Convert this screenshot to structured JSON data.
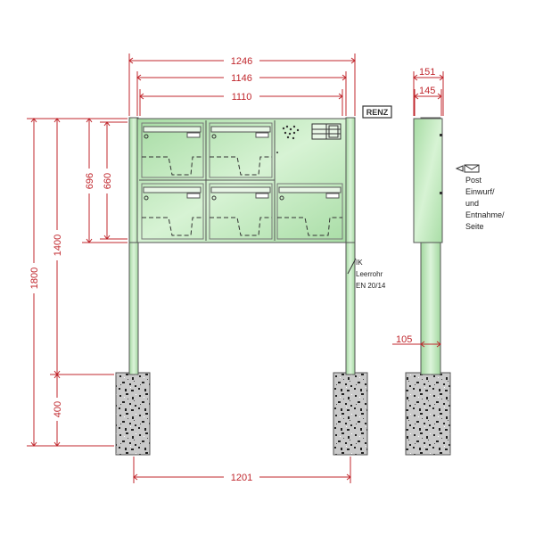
{
  "dimensions": {
    "width_overall": "1246",
    "width_box": "1146",
    "width_inner": "1110",
    "height_total": "1800",
    "height_upper": "1400",
    "height_box": "696",
    "height_inner": "660",
    "height_foundation": "400",
    "post_spacing": "1201",
    "side_depth_1": "151",
    "side_depth_2": "145",
    "post_width": "105"
  },
  "labels": {
    "brand": "RENZ",
    "conduit_line1": "IK",
    "conduit_line2": "Leerrohr",
    "conduit_line3": "EN 20/14",
    "side_line1": "Post",
    "side_line2": "Einwurf/",
    "side_line3": "und",
    "side_line4": "Entnahme/",
    "side_line5": "Seite"
  },
  "colors": {
    "dimension": "#c0272d",
    "panel": "#b7e6b3",
    "post": "#bfe8bd"
  }
}
